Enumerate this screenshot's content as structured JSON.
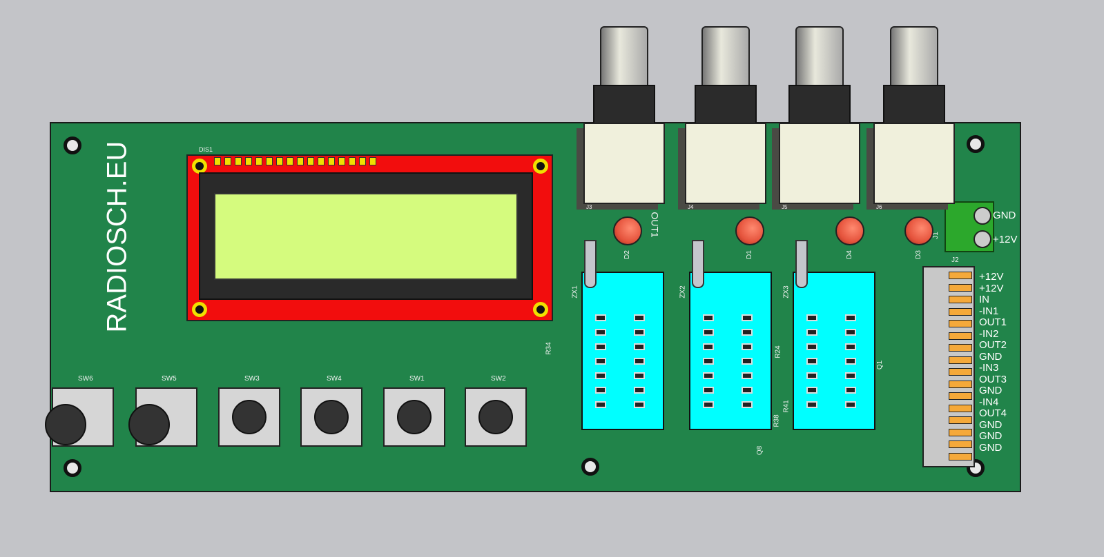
{
  "brand": "RADIOSCH.EU",
  "display": {
    "ref": "DIS1"
  },
  "buttons": [
    "SW6",
    "SW5",
    "SW3",
    "SW4",
    "SW1",
    "SW2"
  ],
  "sockets": [
    "ZX1",
    "ZX2",
    "ZX3"
  ],
  "leds": [
    "D2",
    "D1",
    "D4",
    "D3"
  ],
  "bnc": [
    "J3",
    "J4",
    "J5",
    "J6"
  ],
  "led_label": "OUT1",
  "refs": {
    "r34": "R34",
    "r38": "R38",
    "r41": "R41",
    "r24": "R24",
    "q8": "Q8",
    "q1": "Q1",
    "j1": "J1",
    "j2": "J2"
  },
  "terminal_labels": [
    "GND",
    "+12V"
  ],
  "connector_labels": [
    "+12V",
    "+12V",
    "IN",
    "-IN1",
    "OUT1",
    "-IN2",
    "OUT2",
    "GND",
    "-IN3",
    "OUT3",
    "GND",
    "-IN4",
    "OUT4",
    "GND",
    "GND",
    "GND"
  ]
}
